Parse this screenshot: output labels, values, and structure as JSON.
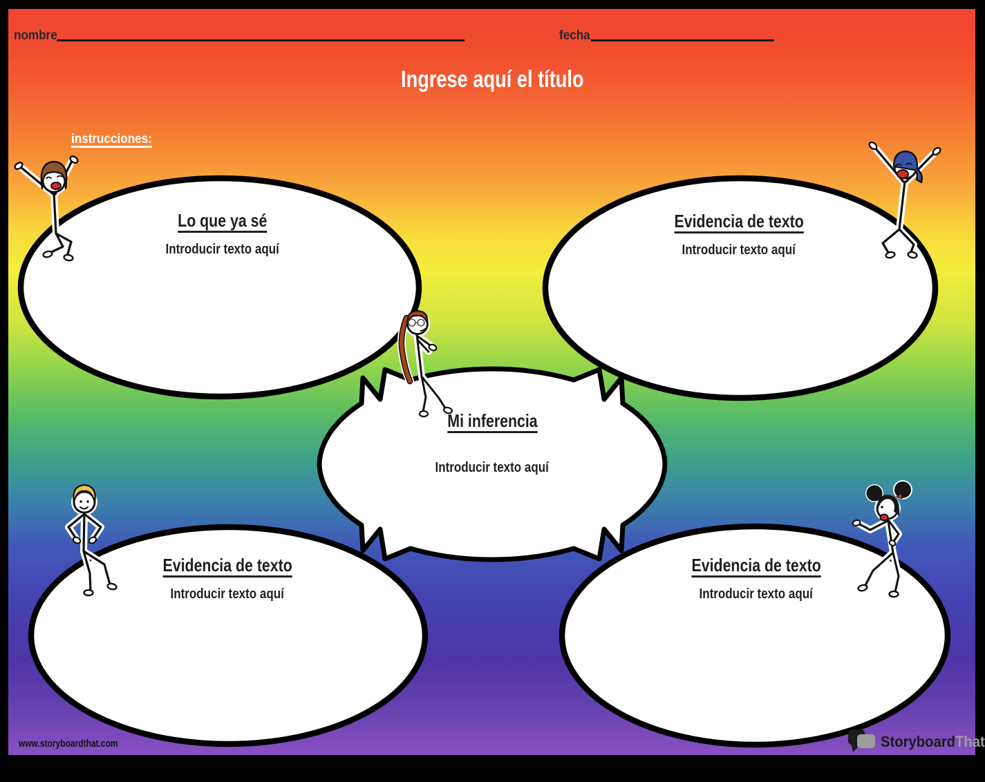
{
  "header": {
    "name_label": "nombre",
    "date_label": "fecha",
    "title_placeholder": "Ingrese aquí el título",
    "instructions_label": "instrucciones:"
  },
  "bubbles": {
    "top_left": {
      "heading": "Lo que ya sé",
      "placeholder": "Introducir texto aquí"
    },
    "top_right": {
      "heading": "Evidencia de texto",
      "placeholder": "Introducir texto aquí"
    },
    "center": {
      "heading": "Mi inferencia",
      "placeholder": "Introducir texto aquí"
    },
    "bottom_left": {
      "heading": "Evidencia de texto",
      "placeholder": "Introducir texto aquí"
    },
    "bottom_right": {
      "heading": "Evidencia de texto",
      "placeholder": "Introducir texto aquí"
    }
  },
  "footer": {
    "website": "www.storyboardthat.com",
    "logo_primary": "Storyboard",
    "logo_secondary": "That"
  },
  "characters": [
    "girl-brown-bob-arms-up",
    "boy-blue-cap-arms-up",
    "girl-red-braid-glasses",
    "boy-blond-hands-on-hips",
    "girl-black-puffs-pointing"
  ],
  "colors": {
    "frame": "#000000",
    "bubble_fill": "#ffffff",
    "outline": "#000000",
    "title_text": "#ffffff",
    "heading_text": "#1f1f1f",
    "logo_secondary": "#9c9c9c",
    "rainbow_stops": [
      "#f0452f",
      "#f57f33",
      "#f4ee3b",
      "#92d54b",
      "#3da486",
      "#4058b8",
      "#4d35a6",
      "#8a50c2"
    ]
  }
}
